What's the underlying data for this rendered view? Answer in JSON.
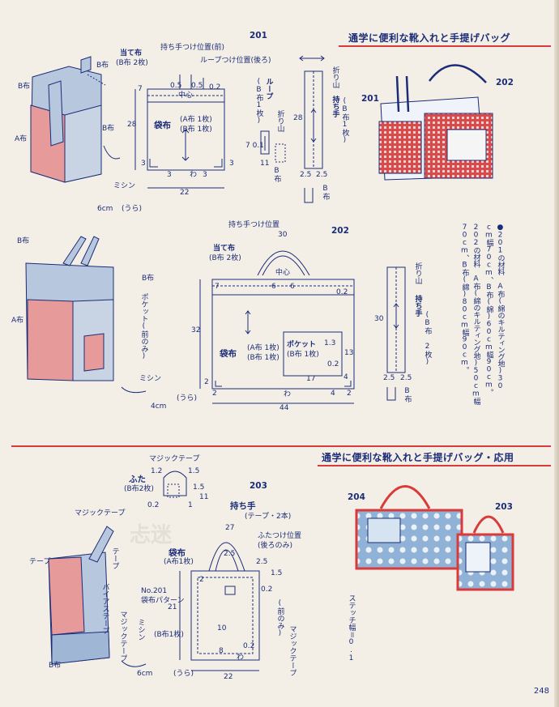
{
  "page_number": "248",
  "sections": [
    {
      "title": "通学に便利な靴入れと手提げバッグ"
    },
    {
      "title": "通学に便利な靴入れと手提げバッグ・応用"
    }
  ],
  "materials": {
    "m201": "●201の材料 A布(綿のキルティング地)30",
    "m201b": "cm幅70cm、B布(綿)60cm幅90cm。",
    "m202": "202の材料 A布(綿のキルティング地)50cm幅",
    "m202b": "70cm、B布(綿)80cm幅90cm。"
  },
  "projects": {
    "p201": {
      "number": "201",
      "labels": {
        "b_fabric": "B布",
        "a_fabric": "A布",
        "sewing": "ミシン",
        "cm6": "6cm",
        "wrong_side": "(うら)",
        "facing": "当て布",
        "facing_count": "(B布 2枚)",
        "handle_pos": "持ち手つけ位置(前)",
        "loop_pos": "ループつけ位置(後ろ)",
        "center": "中心",
        "bag_body": "袋布",
        "a_count": "(A布 1枚)",
        "b_count": "(B布 1枚)",
        "gusset": "わ",
        "b_1": "(B布1枚)",
        "loop": "ループ",
        "fold": "折り山",
        "handle": "持ち手",
        "b_2pcs": "(B布1枚)"
      },
      "dims": {
        "d05": "0.5",
        "d02": "0.2",
        "d7": "7",
        "d28": "28",
        "d3": "3",
        "d22": "22",
        "d7_01": "7 0.1",
        "d11": "11",
        "d25": "2.5"
      }
    },
    "p202": {
      "number": "202",
      "labels": {
        "b_fabric": "B布",
        "a_fabric": "A布",
        "pocket_front": "ポケット(前のみ)",
        "sewing": "ミシン",
        "cm4": "4cm",
        "wrong_side": "(うら)",
        "handle_pos": "持ち手つけ位置",
        "facing": "当て布",
        "facing_count": "(B布 2枚)",
        "center": "中心",
        "bag_body": "袋布",
        "a_count": "(A布 1枚)",
        "b_count": "(B布 1枚)",
        "pocket": "ポケット",
        "b_1": "(B布 1枚)",
        "gusset": "わ",
        "fold": "折り山",
        "handle": "持ち手",
        "b_2pcs": "(B布 2枚)"
      },
      "dims": {
        "d30": "30",
        "d6": "6",
        "d7": "7",
        "d02": "0.2",
        "d32": "32",
        "d13": "1.3",
        "d13b": "13",
        "d17": "17",
        "d4": "4",
        "d2": "2",
        "d44": "44",
        "d25": "2.5"
      }
    },
    "p203": {
      "number": "203",
      "labels": {
        "velcro": "マジックテープ",
        "flap": "ふた",
        "flap_count": "(B布2枚)",
        "handle": "持ち手",
        "tape_2": "(テープ・2本)",
        "flap_pos": "ふたつけ位置",
        "back_only": "(後ろのみ)",
        "bag_body": "袋布",
        "a_1": "(A布1枚)",
        "front_only": "(前のみ)",
        "no201": "No.201",
        "bag_pattern": "袋布パターン",
        "b_1": "(B布1枚)",
        "gusset": "わ",
        "tape": "テープ",
        "bias": "バイアステープ",
        "sewing": "ミシン",
        "b_fabric": "B布",
        "cm6": "6cm",
        "wrong_side": "(うら)",
        "stitch": "ステッチ幅＝0.1"
      },
      "dims": {
        "d12": "1.2",
        "d15": "1.5",
        "d11": "11",
        "d02": "0.2",
        "d1": "1",
        "d27": "27",
        "d25": "2.5",
        "d2": "2",
        "d21": "21",
        "d10": "10",
        "d8": "8",
        "d22": "22"
      }
    },
    "p204": {
      "number": "204"
    }
  }
}
